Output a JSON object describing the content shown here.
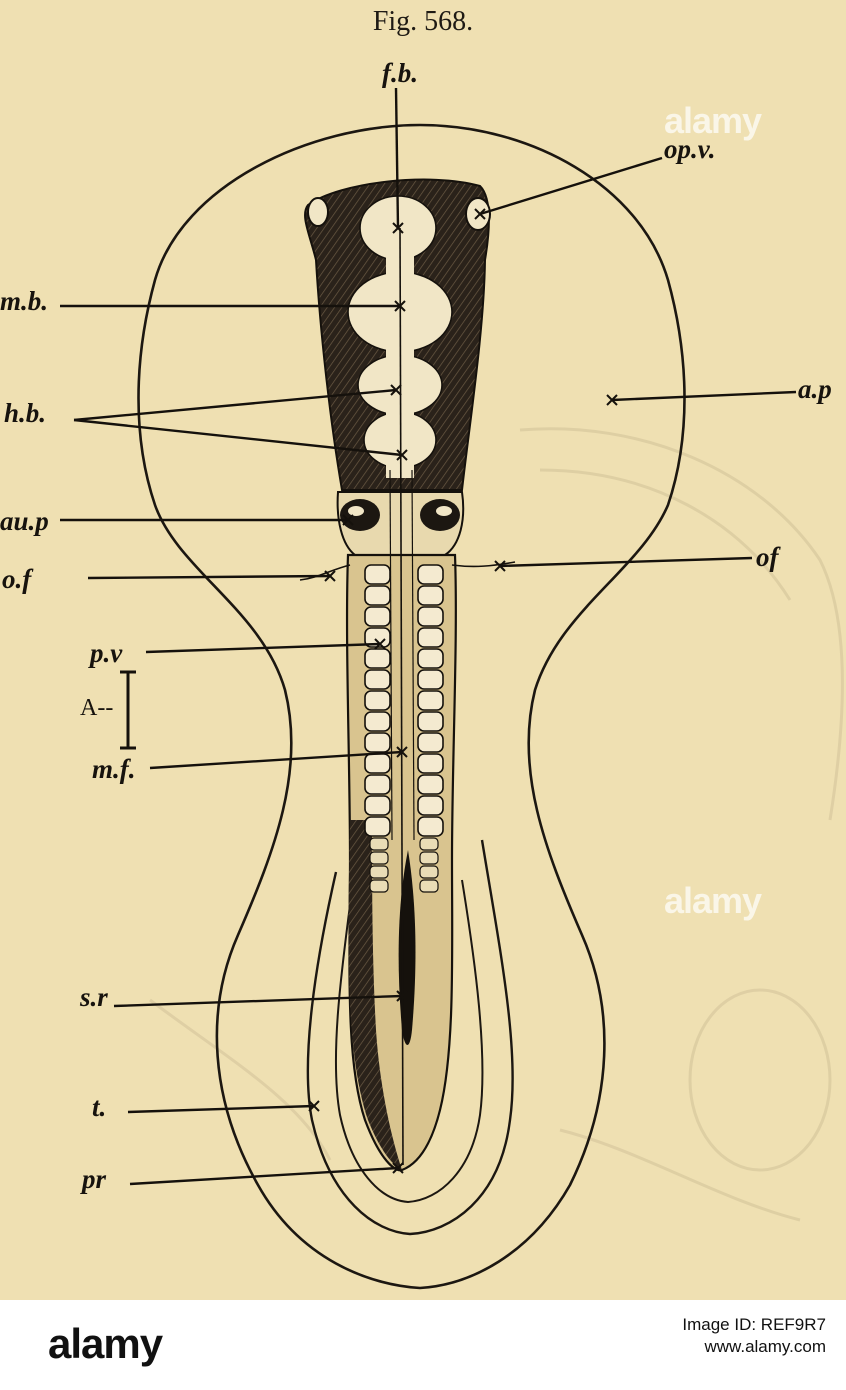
{
  "figure": {
    "title": "Fig. 568.",
    "labels": {
      "fb": "f.b.",
      "opv": "op.v.",
      "mb": "m.b.",
      "hb": "h.b.",
      "ap": "a.p",
      "aup": "au.p",
      "of_left": "o.f",
      "of_right": "of",
      "pv": "p.v",
      "scale": "A--",
      "mf": "m.f.",
      "sr": "s.r",
      "t": "t.",
      "pr": "pr"
    }
  },
  "watermark": {
    "text": "alamy"
  },
  "footer": {
    "brand": "alamy",
    "image_id_line": "Image ID: REF9R7",
    "site": "www.alamy.com"
  }
}
